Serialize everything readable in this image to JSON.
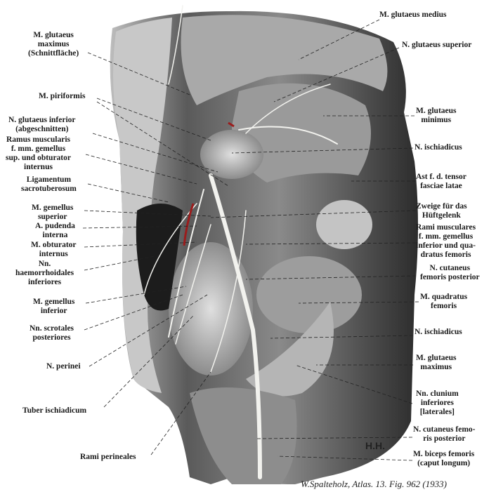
{
  "labels_left": [
    {
      "id": "gluteus-maximus-cut",
      "lines": [
        "M. glutaeus",
        "maximus",
        "(Schnittfläche)"
      ]
    },
    {
      "id": "piriformis",
      "lines": [
        "M. piriformis"
      ]
    },
    {
      "id": "n-gluteus-inferior",
      "lines": [
        "N. glutaeus inferior",
        "(abgeschnitten)"
      ]
    },
    {
      "id": "ramus-muscularis",
      "lines": [
        "Ramus muscularis",
        "f. mm. gemellus",
        "sup. und obturator",
        "internus"
      ]
    },
    {
      "id": "lig-sacrotuberosum",
      "lines": [
        "Ligamentum",
        "sacrotuberosum"
      ]
    },
    {
      "id": "gemellus-superior",
      "lines": [
        "M. gemellus",
        "superior"
      ]
    },
    {
      "id": "a-pudenda",
      "lines": [
        "A. pudenda",
        "interna"
      ]
    },
    {
      "id": "obturator-internus",
      "lines": [
        "M. obturator",
        "internus"
      ]
    },
    {
      "id": "nn-haemorrhoidales",
      "lines": [
        "Nn.",
        "haemorrhoidales",
        "inferiores"
      ]
    },
    {
      "id": "gemellus-inferior",
      "lines": [
        "M. gemellus",
        "inferior"
      ]
    },
    {
      "id": "nn-scrotales",
      "lines": [
        "Nn. scrotales",
        "posteriores"
      ]
    },
    {
      "id": "n-perinei",
      "lines": [
        "N. perinei"
      ]
    },
    {
      "id": "tuber-ischiadicum",
      "lines": [
        "Tuber ischiadicum"
      ]
    },
    {
      "id": "rami-perineales",
      "lines": [
        "Rami perineales"
      ]
    }
  ],
  "labels_right": [
    {
      "id": "gluteus-medius",
      "lines": [
        "M. glutaeus medius"
      ]
    },
    {
      "id": "n-gluteus-superior",
      "lines": [
        "N. glutaeus superior"
      ]
    },
    {
      "id": "gluteus-minimus",
      "lines": [
        "M. glutaeus",
        "minimus"
      ]
    },
    {
      "id": "n-ischiadicus-1",
      "lines": [
        "N. ischiadicus"
      ]
    },
    {
      "id": "ast-tensor",
      "lines": [
        "Ast f. d. tensor",
        "fasciae latae"
      ]
    },
    {
      "id": "zweige-hueftgelenk",
      "lines": [
        "Zweige für das",
        "Hüftgelenk"
      ]
    },
    {
      "id": "rami-musculares",
      "lines": [
        "Rami musculares",
        "f. mm. gemellus",
        "inferior und qua-",
        "dratus femoris"
      ]
    },
    {
      "id": "n-cutaneus-1",
      "lines": [
        "N. cutaneus",
        "femoris posterior"
      ]
    },
    {
      "id": "quadratus-femoris",
      "lines": [
        "M. quadratus",
        "femoris"
      ]
    },
    {
      "id": "n-ischiadicus-2",
      "lines": [
        "N. ischiadicus"
      ]
    },
    {
      "id": "gluteus-maximus",
      "lines": [
        "M. glutaeus",
        "maximus"
      ]
    },
    {
      "id": "nn-clunium",
      "lines": [
        "Nn. clunium",
        "inferiores",
        "[laterales]"
      ]
    },
    {
      "id": "n-cutaneus-2",
      "lines": [
        "N. cutaneus femo-",
        "ris posterior"
      ]
    },
    {
      "id": "biceps-femoris",
      "lines": [
        "M. biceps femoris",
        "(caput longum)"
      ]
    }
  ],
  "artist_monogram": "H.H.",
  "caption": "W.Spalteholz, Atlas. 13. Fig. 962 (1933)",
  "colors": {
    "tissue_dark": "#2a2a2a",
    "tissue_mid": "#7a7a7a",
    "tissue_light": "#cfcfcf",
    "nerve": "#f2f2ee",
    "artery": "#9b1c1c"
  }
}
